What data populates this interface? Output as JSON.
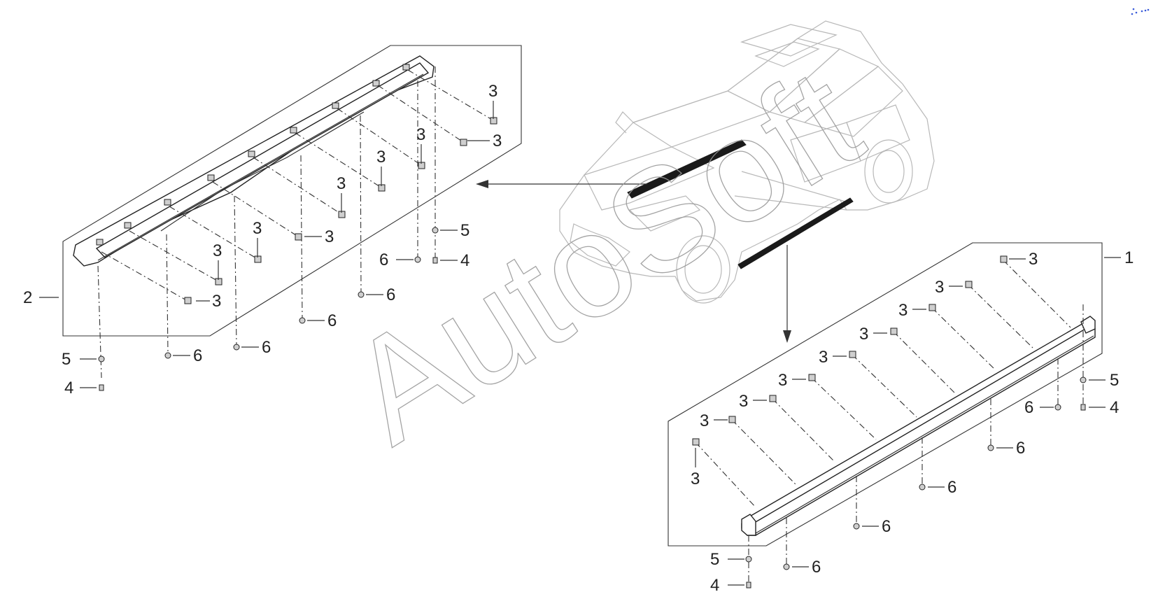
{
  "watermark": {
    "text": "AutoSoft",
    "color": "#9a9a9a"
  },
  "corner_mark": "",
  "callouts": {
    "c1": "1",
    "c2": "2",
    "c3": "3",
    "c4": "4",
    "c5": "5",
    "c6": "6"
  },
  "colors": {
    "line": "#333333",
    "car": "#b8b8b8",
    "highlight": "#1a1a1a"
  }
}
